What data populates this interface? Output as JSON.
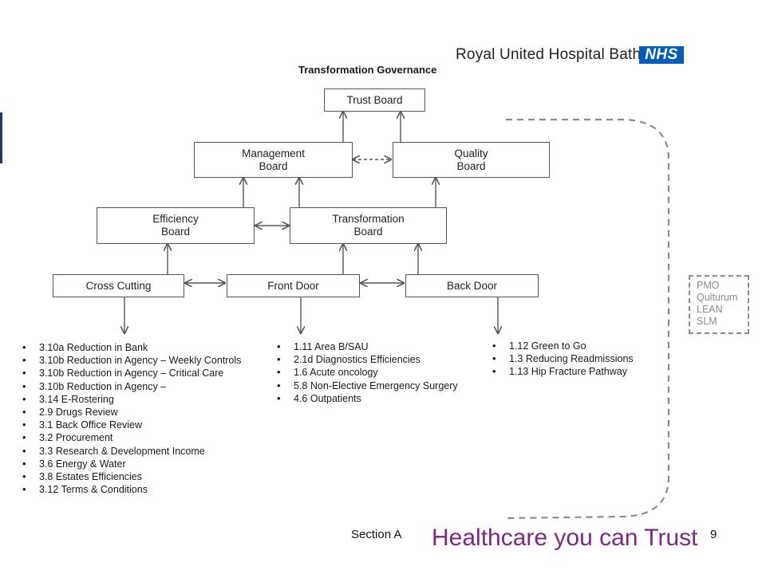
{
  "header": {
    "hospital_name": "Royal United Hospital Bath",
    "nhs_logo": "NHS",
    "diagram_title": "Transformation Governance"
  },
  "boards": {
    "trust_board": "Trust Board",
    "management_board": "Management\nBoard",
    "quality_board": "Quality\nBoard",
    "efficiency_board": "Efficiency\nBoard",
    "transformation_board": "Transformation\nBoard",
    "cross_cutting": "Cross Cutting",
    "front_door": "Front Door",
    "back_door": "Back Door"
  },
  "cross_cutting_items": [
    "3.10a Reduction in Bank",
    "3.10b Reduction in Agency – Weekly Controls",
    "3.10b Reduction in Agency – Critical Care",
    "3.10b Reduction in Agency –",
    "3.14 E-Rostering",
    "2.9 Drugs Review",
    "3.1 Back Office Review",
    "3.2 Procurement",
    "3.3 Research & Development Income",
    "3.6 Energy & Water",
    "3.8 Estates Efficiencies",
    "3.12 Terms & Conditions"
  ],
  "front_door_items": [
    "1.11 Area B/SAU",
    "2.1d Diagnostics Efficiencies",
    "1.6 Acute oncology",
    "5.8 Non-Elective Emergency Surgery",
    "4.6 Outpatients"
  ],
  "back_door_items": [
    "1.12 Green to Go",
    "1.3 Reducing Readmissions",
    "1.13 Hip Fracture Pathway"
  ],
  "support_tools": [
    "PMO",
    "Qulturum",
    "LEAN",
    "SLM"
  ],
  "footer": {
    "section": "Section A",
    "tagline": "Healthcare you can Trust",
    "page_number": "9"
  },
  "colors": {
    "nhs_blue": "#005eb8",
    "tagline_purple": "#7b2a84",
    "box_border": "#555555",
    "dashed_grey": "#8c8c8c"
  }
}
